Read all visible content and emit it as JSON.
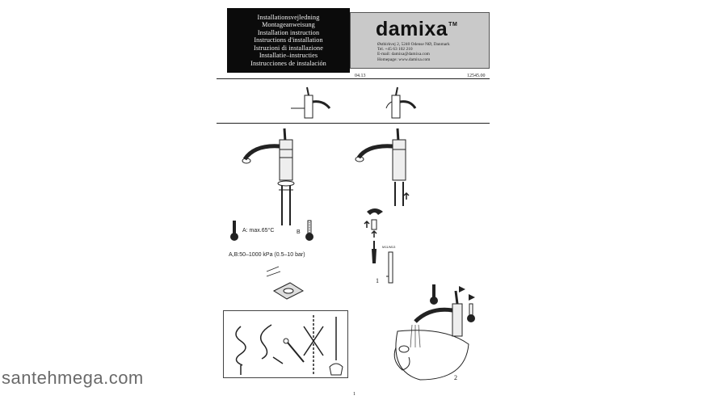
{
  "header": {
    "languages": [
      "Installationsvejledning",
      "Montageanweisung",
      "Installation instruction",
      "Instructions d'installation",
      "Istruzioni di installazione",
      "Installatie–instructies",
      "Instrucciones de instalación"
    ],
    "brand": "damixa",
    "trademark": "TM",
    "contact": [
      "Østbirkvej 2, 5240 Odense NØ, Danmark",
      "Tel. +45 63 102 210",
      "E-mail: damixa@damixa.com",
      "Homepage: www.damixa.com"
    ],
    "date": "04.13",
    "doc_number": "12545.00"
  },
  "figures": {
    "temp_label": "A:  max.65°C",
    "b_label": "B",
    "pressure": "A,B:50–1000  kPa  (0.5–10  bar)",
    "spanner_label": "M11/M13",
    "step1": "1",
    "step2": "2"
  },
  "footer": {
    "page_number": "1",
    "watermark": "santehmega.com"
  },
  "colors": {
    "black_box": "#0b0b0b",
    "brand_box": "#c9c9c9"
  }
}
